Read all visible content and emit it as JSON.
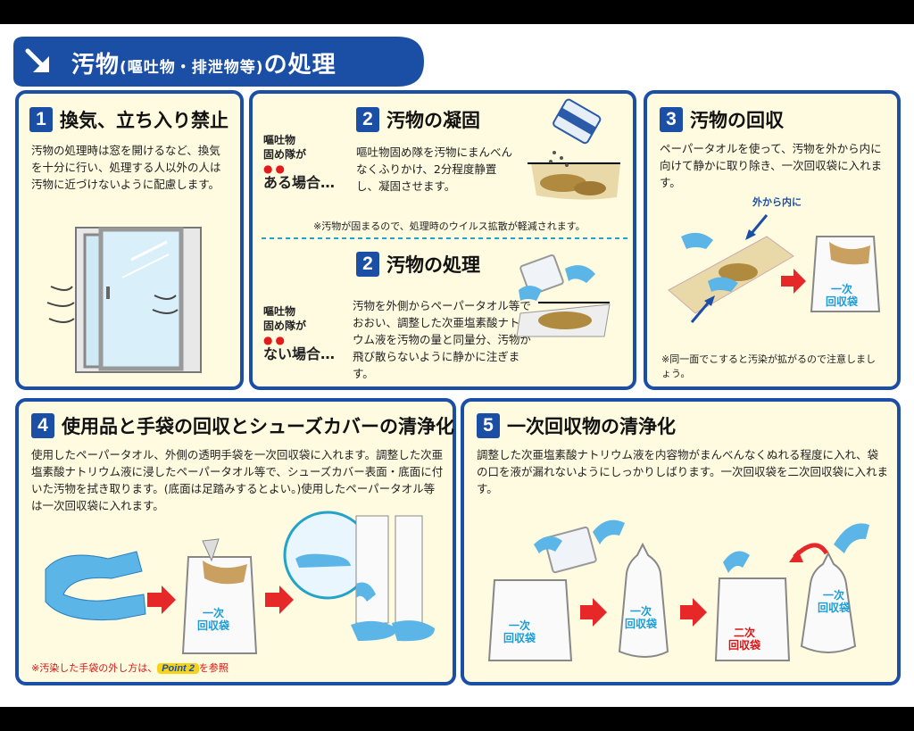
{
  "header": {
    "title_main": "汚物",
    "title_paren": "(嘔吐物・排泄物等)",
    "title_tail": "の処理"
  },
  "step1": {
    "number": "1",
    "title": "換気、立ち入り禁止",
    "body": "汚物の処理時は窓を開けるなど、換気を十分に行い、処理する人以外の人は汚物に近づけないように配慮します。"
  },
  "step2a": {
    "number": "2",
    "title": "汚物の凝固",
    "side_line1": "嘔吐物",
    "side_line2": "固め隊が",
    "side_dots": "●●",
    "side_case": "ある場合…",
    "body": "嘔吐物固め隊を汚物にまんべんなくふりかけ、2分程度静置し、凝固させます。",
    "note": "※汚物が固まるので、処理時のウイルス拡散が軽減されます。"
  },
  "step2b": {
    "number": "2",
    "title": "汚物の処理",
    "side_line1": "嘔吐物",
    "side_line2": "固め隊が",
    "side_dots": "●●",
    "side_case": "ない場合…",
    "body": "汚物を外側からペーパータオル等でおおい、調整した次亜塩素酸ナトリウム液を汚物の量と同量分、汚物が飛び散らないように静かに注ぎます。"
  },
  "step3": {
    "number": "3",
    "title": "汚物の回収",
    "body": "ペーパータオルを使って、汚物を外から内に向けて静かに取り除き、一次回収袋に入れます。",
    "arrow_label": "外から内に",
    "bag_label": "一次回収袋",
    "note": "※同一面でこすると汚染が拡がるので注意しましょう。"
  },
  "step4": {
    "number": "4",
    "title": "使用品と手袋の回収とシューズカバーの清浄化",
    "body": "使用したペーパータオル、外側の透明手袋を一次回収袋に入れます。調整した次亜塩素酸ナトリウム液に浸したペーパータオル等で、シューズカバー表面・底面に付いた汚物を拭き取ります。(底面は足踏みするとよい。)使用したペーパータオル等は一次回収袋に入れます。",
    "bag_label": "一次回収袋",
    "note_prefix": "※汚染した手袋の外し方は、",
    "note_point": "Point 2",
    "note_suffix": "を参照"
  },
  "step5": {
    "number": "5",
    "title": "一次回収物の清浄化",
    "body": "調整した次亜塩素酸ナトリウム液を内容物がまんべんなくぬれる程度に入れ、袋の口を液が漏れないようにしっかりしばります。一次回収袋を二次回収袋に入れます。",
    "bag1_label": "一次回収袋",
    "bag2_label": "一次回収袋",
    "bag3_label": "二次回収袋",
    "bag4_label": "一次回収袋"
  },
  "colors": {
    "navy": "#1b4fa6",
    "panel_bg": "#fffbe0",
    "glove_blue": "#5bb5e6",
    "arrow_red": "#e62828",
    "bag_label_blue": "#1a9cd6",
    "bag_label_red": "#d11"
  }
}
